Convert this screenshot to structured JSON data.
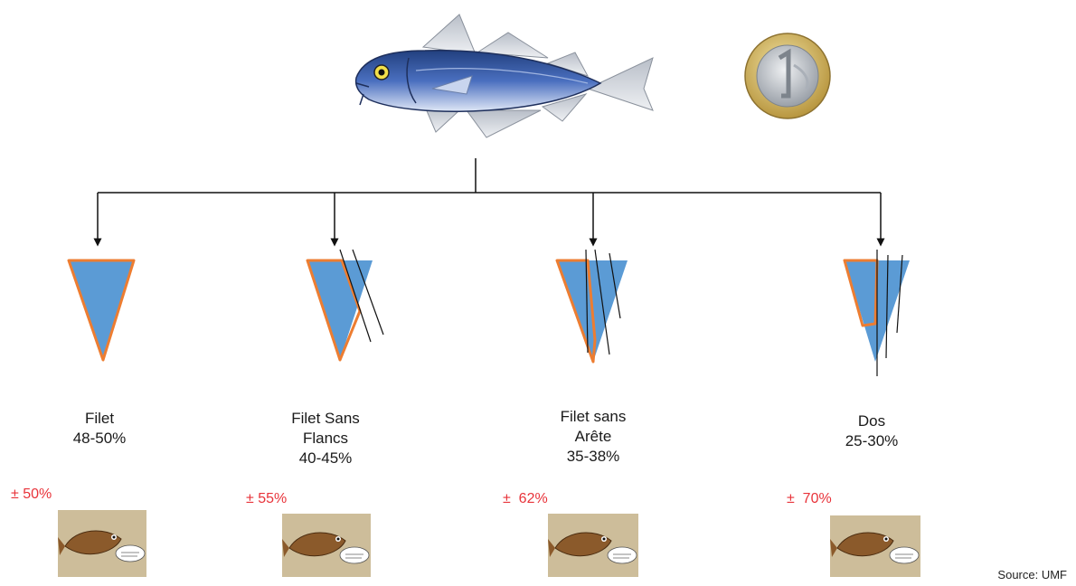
{
  "cuts": [
    {
      "label": "Filet\n48-50%",
      "price_note": "± 50%"
    },
    {
      "label": "Filet Sans\nFlancs\n40-45%",
      "price_note": "± 55%"
    },
    {
      "label": "Filet sans\nArête\n35-38%",
      "price_note": "±  62%"
    },
    {
      "label": "Dos\n25-30%",
      "price_note": "±  70%"
    }
  ],
  "source": "Source: UMF",
  "icons": {
    "fish": "cod-fish-illustration",
    "coin": "euro-coin-icon",
    "thumbnail": "cartoon-fish-icon"
  },
  "colors": {
    "fish_body": "#3a5fa8",
    "fish_belly": "#e8eef8",
    "triangle_fill": "#5b9bd5",
    "triangle_outline": "#ed7d31",
    "price_text": "#e8333a",
    "connector": "#111111",
    "thumb_bg": "#cdbd9a",
    "thumb_fish": "#8b5a2b"
  }
}
